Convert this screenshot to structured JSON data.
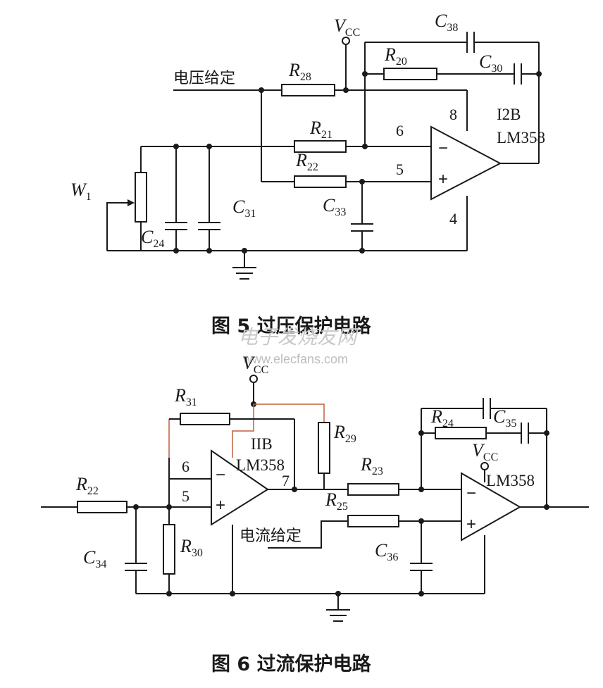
{
  "figure5": {
    "caption": "图 5   过压保护电路",
    "input_label": "电压给定",
    "supply": {
      "name": "V",
      "sub": "CC"
    },
    "opamp": {
      "name": "I2B",
      "part": "LM358",
      "pins": {
        "inv": "6",
        "noninv": "5",
        "vcc": "8",
        "gnd": "4"
      },
      "minus": "−",
      "plus": "+"
    },
    "potentiometer": {
      "name": "W",
      "sub": "1"
    },
    "resistors": [
      {
        "name": "R",
        "sub": "28"
      },
      {
        "name": "R",
        "sub": "20"
      },
      {
        "name": "R",
        "sub": "21"
      },
      {
        "name": "R",
        "sub": "22"
      }
    ],
    "capacitors": [
      {
        "name": "C",
        "sub": "38"
      },
      {
        "name": "C",
        "sub": "30"
      },
      {
        "name": "C",
        "sub": "24"
      },
      {
        "name": "C",
        "sub": "31"
      },
      {
        "name": "C",
        "sub": "33"
      }
    ]
  },
  "watermark": {
    "cn": "电子发烧友网",
    "url": "www.elecfans.com"
  },
  "figure6": {
    "caption": "图 6   过流保护电路",
    "ref_label": "电流给定",
    "supply1": {
      "name": "V",
      "sub": "CC"
    },
    "supply2": {
      "name": "V",
      "sub": "CC"
    },
    "opamp1": {
      "name": "IIB",
      "part": "LM358",
      "pins": {
        "inv": "6",
        "noninv": "5",
        "out": "7"
      },
      "minus": "−",
      "plus": "+"
    },
    "opamp2": {
      "part": "LM358",
      "minus": "−",
      "plus": "+"
    },
    "resistors": [
      {
        "name": "R",
        "sub": "22"
      },
      {
        "name": "R",
        "sub": "31"
      },
      {
        "name": "R",
        "sub": "29"
      },
      {
        "name": "R",
        "sub": "30"
      },
      {
        "name": "R",
        "sub": "23"
      },
      {
        "name": "R",
        "sub": "25"
      },
      {
        "name": "R",
        "sub": "24"
      }
    ],
    "capacitors": [
      {
        "name": "C",
        "sub": "34"
      },
      {
        "name": "C",
        "sub": "35"
      },
      {
        "name": "C",
        "sub": "36"
      }
    ]
  }
}
